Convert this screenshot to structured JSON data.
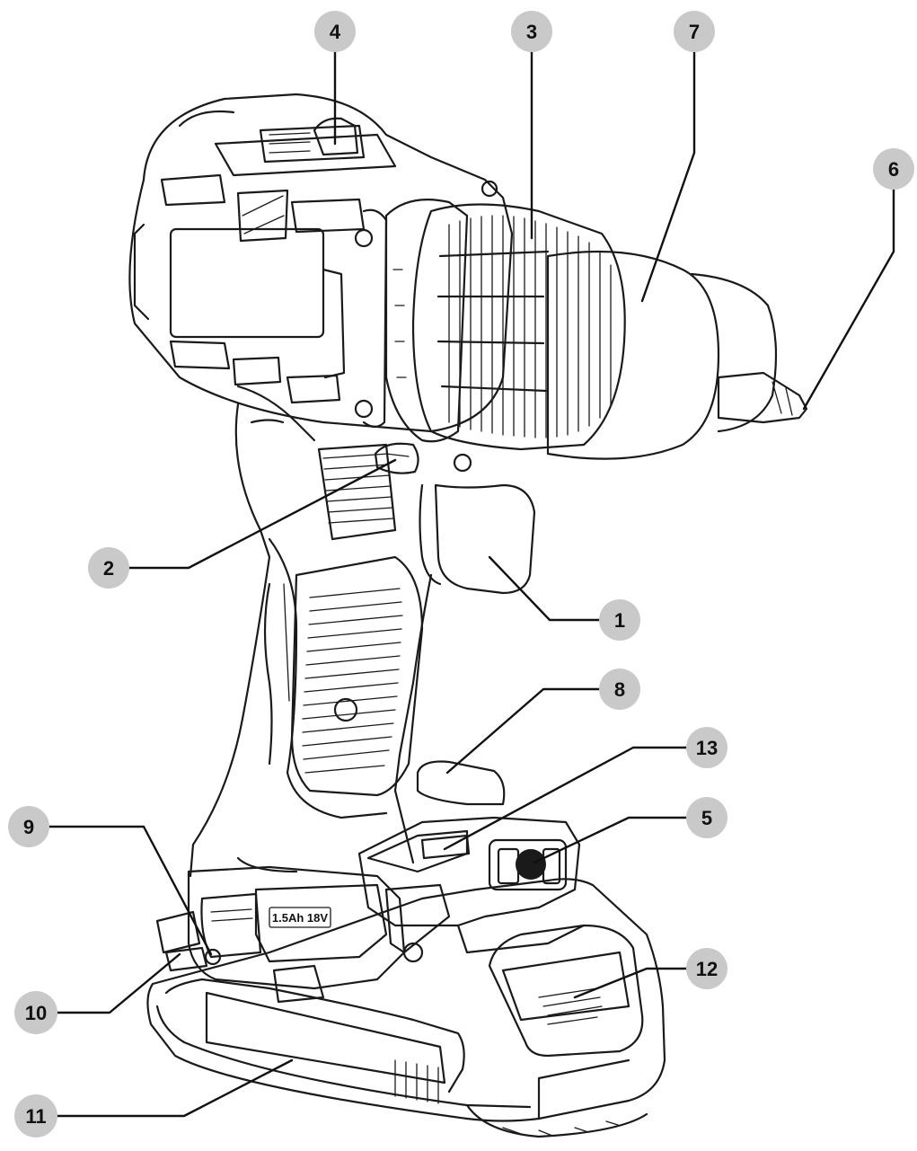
{
  "callouts": [
    {
      "id": "1",
      "label": "1"
    },
    {
      "id": "2",
      "label": "2"
    },
    {
      "id": "3",
      "label": "3"
    },
    {
      "id": "4",
      "label": "4"
    },
    {
      "id": "5",
      "label": "5"
    },
    {
      "id": "6",
      "label": "6"
    },
    {
      "id": "7",
      "label": "7"
    },
    {
      "id": "8",
      "label": "8"
    },
    {
      "id": "9",
      "label": "9"
    },
    {
      "id": "10",
      "label": "10"
    },
    {
      "id": "11",
      "label": "11"
    },
    {
      "id": "12",
      "label": "12"
    },
    {
      "id": "13",
      "label": "13"
    }
  ],
  "battery_badge": "1.5Ah 18V",
  "colors": {
    "callout_fill": "#c9c9c9",
    "line": "#1a1a1a",
    "background": "#ffffff"
  }
}
